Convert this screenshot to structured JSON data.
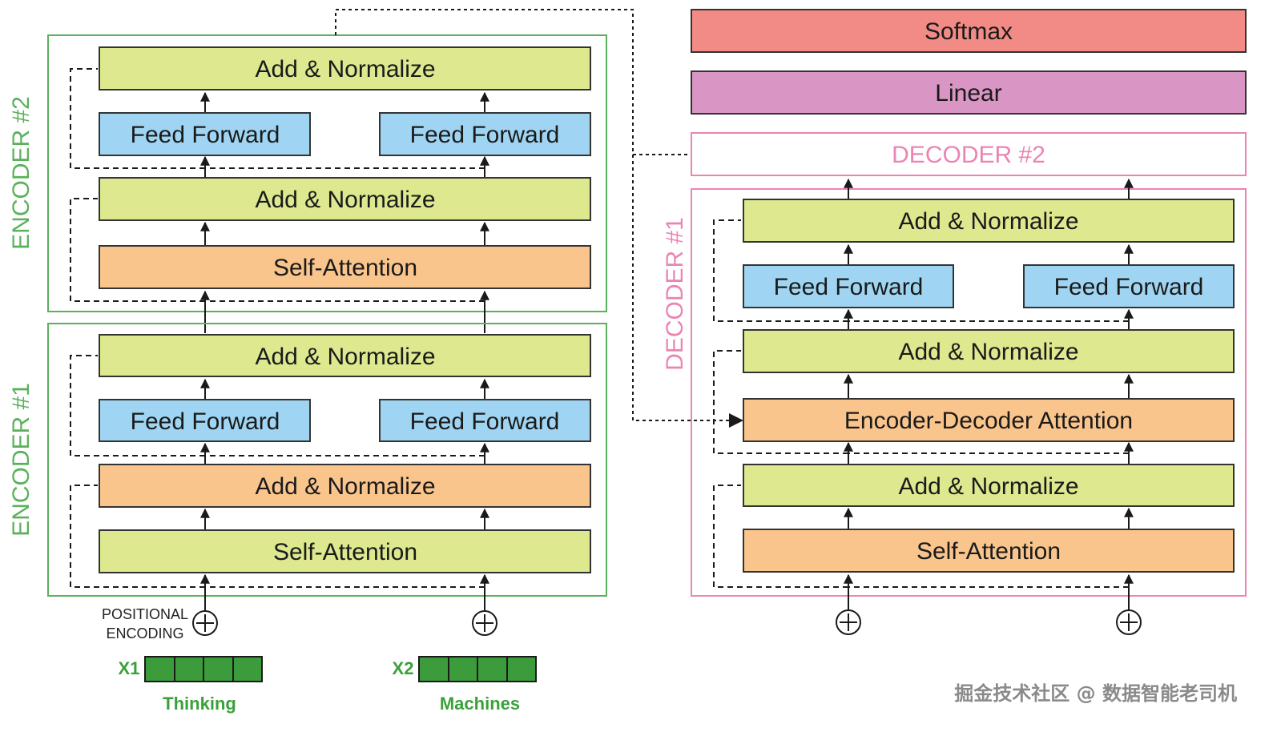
{
  "colors": {
    "add_normalize": "#dde88f",
    "feed_forward": "#9fd5f2",
    "attention": "#f9c58c",
    "softmax": "#f28b85",
    "linear": "#d995c4",
    "encoder_border": "#5bb15b",
    "decoder_border": "#ec84b3",
    "token_green": "#3c9c3c",
    "arrow": "#1a1a1a"
  },
  "encoder2": {
    "label": "ENCODER #2",
    "add_norm_top": "Add & Normalize",
    "ff_left": "Feed Forward",
    "ff_right": "Feed Forward",
    "add_norm_mid": "Add & Normalize",
    "self_attention": "Self-Attention"
  },
  "encoder1": {
    "label": "ENCODER #1",
    "add_norm_top": "Add & Normalize",
    "ff_left": "Feed Forward",
    "ff_right": "Feed Forward",
    "add_norm_mid": "Add & Normalize",
    "self_attention": "Self-Attention"
  },
  "positional_encoding": {
    "line1": "POSITIONAL",
    "line2": "ENCODING"
  },
  "inputs": [
    {
      "id": "X1",
      "word": "Thinking"
    },
    {
      "id": "X2",
      "word": "Machines"
    }
  ],
  "softmax": "Softmax",
  "linear": "Linear",
  "decoder2": {
    "label": "DECODER #2"
  },
  "decoder1": {
    "label": "DECODER #1",
    "add_norm_top": "Add & Normalize",
    "ff_left": "Feed Forward",
    "ff_right": "Feed Forward",
    "add_norm_upper": "Add & Normalize",
    "enc_dec_attention": "Encoder-Decoder Attention",
    "add_norm_lower": "Add & Normalize",
    "self_attention": "Self-Attention"
  },
  "plus_symbol": "+",
  "watermark": "掘金技术社区 @ 数据智能老司机"
}
